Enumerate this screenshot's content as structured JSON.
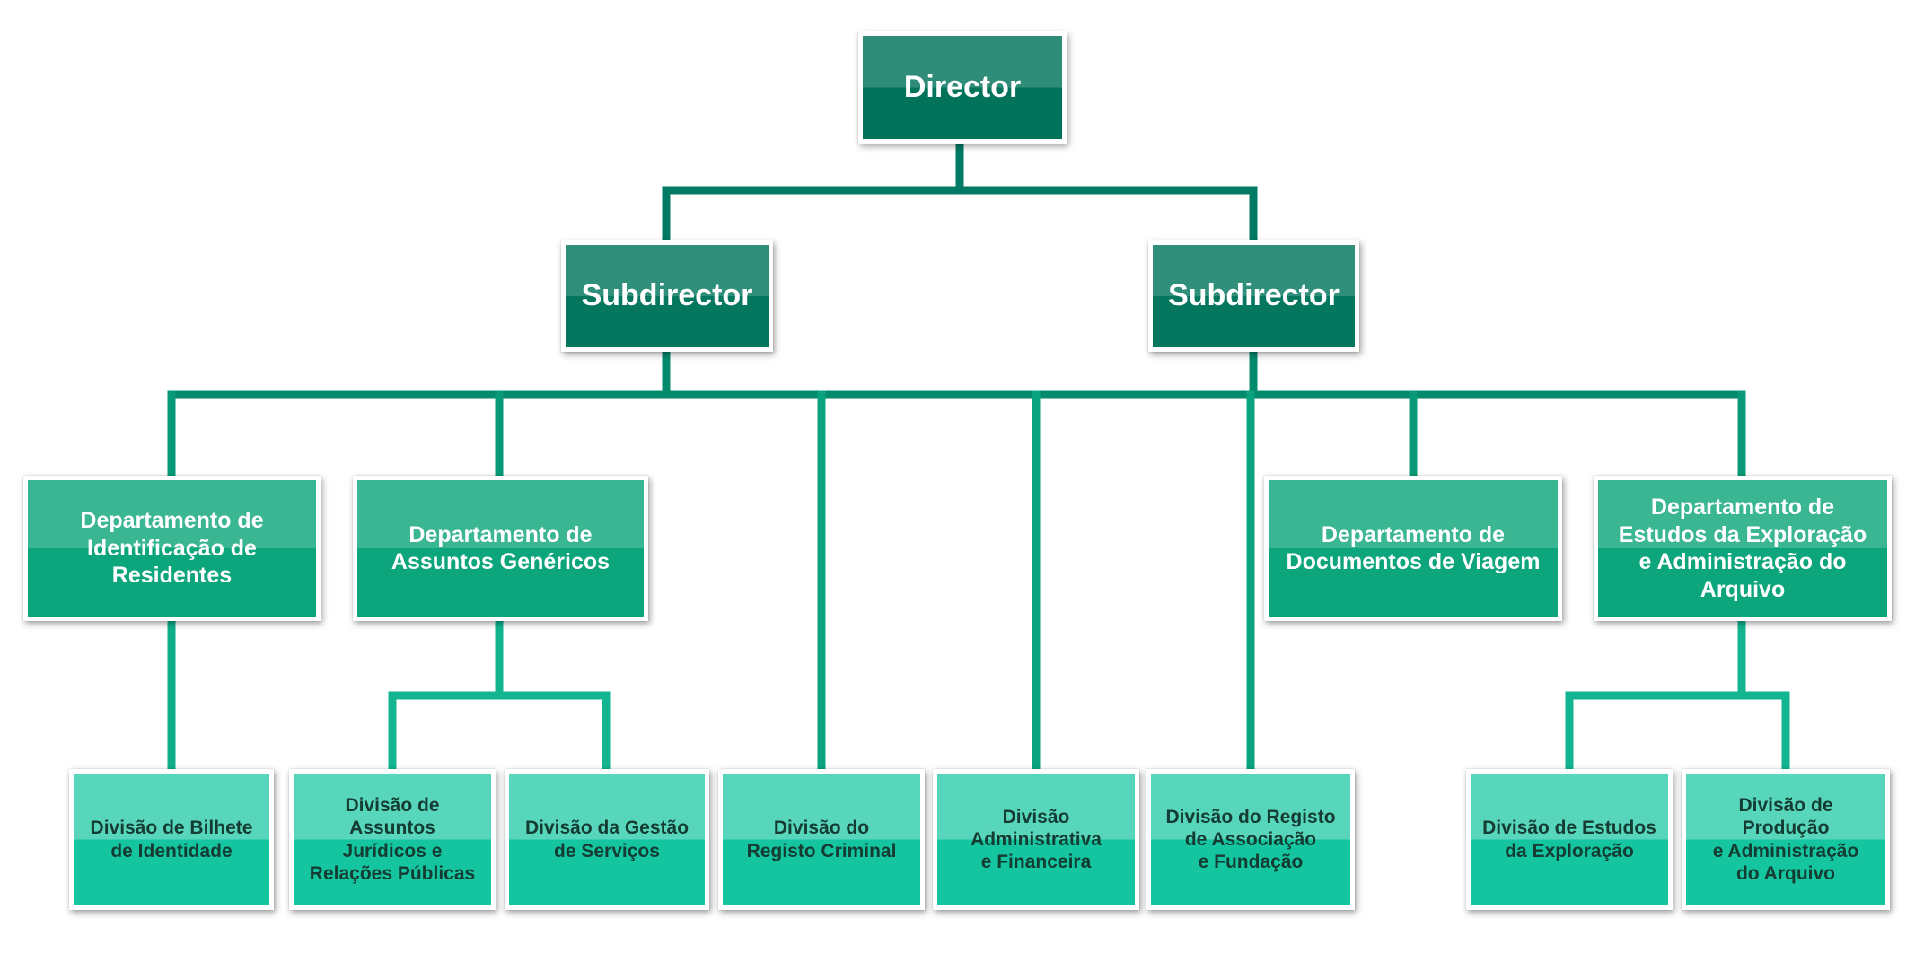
{
  "colors": {
    "connector_dark": "#007a63",
    "connector_mid": "#0a9b7a",
    "connector_light": "#17bb98",
    "level0": "#00735a",
    "level1": "#04775e",
    "level2": "#0ca57c",
    "level3": "#14c5a0"
  },
  "nodes": {
    "director": {
      "label": "Director"
    },
    "subdirector_left": {
      "label": "Subdirector"
    },
    "subdirector_right": {
      "label": "Subdirector"
    },
    "dept_identificacao": {
      "label": "Departamento de\nIdentificação de\nResidentes"
    },
    "dept_assuntos": {
      "label": "Departamento de\nAssuntos Genéricos"
    },
    "dept_documentos": {
      "label": "Departamento de\nDocumentos de Viagem"
    },
    "dept_estudos": {
      "label": "Departamento de\nEstudos da Exploração\ne Administração do\nArquivo"
    },
    "div_bilhete": {
      "label": "Divisão de Bilhete\nde Identidade"
    },
    "div_juridicos": {
      "label": "Divisão de Assuntos\nJurídicos e\nRelações Públicas"
    },
    "div_gestao": {
      "label": "Divisão da Gestão\nde Serviços"
    },
    "div_criminal": {
      "label": "Divisão do\nRegisto Criminal"
    },
    "div_administrativa": {
      "label": "Divisão\nAdministrativa\ne Financeira"
    },
    "div_associacao": {
      "label": "Divisão do Registo\nde Associação\ne Fundação"
    },
    "div_exploracao": {
      "label": "Divisão de Estudos\nda Exploração"
    },
    "div_producao": {
      "label": "Divisão de Produção\ne Administração\ndo Arquivo"
    }
  }
}
